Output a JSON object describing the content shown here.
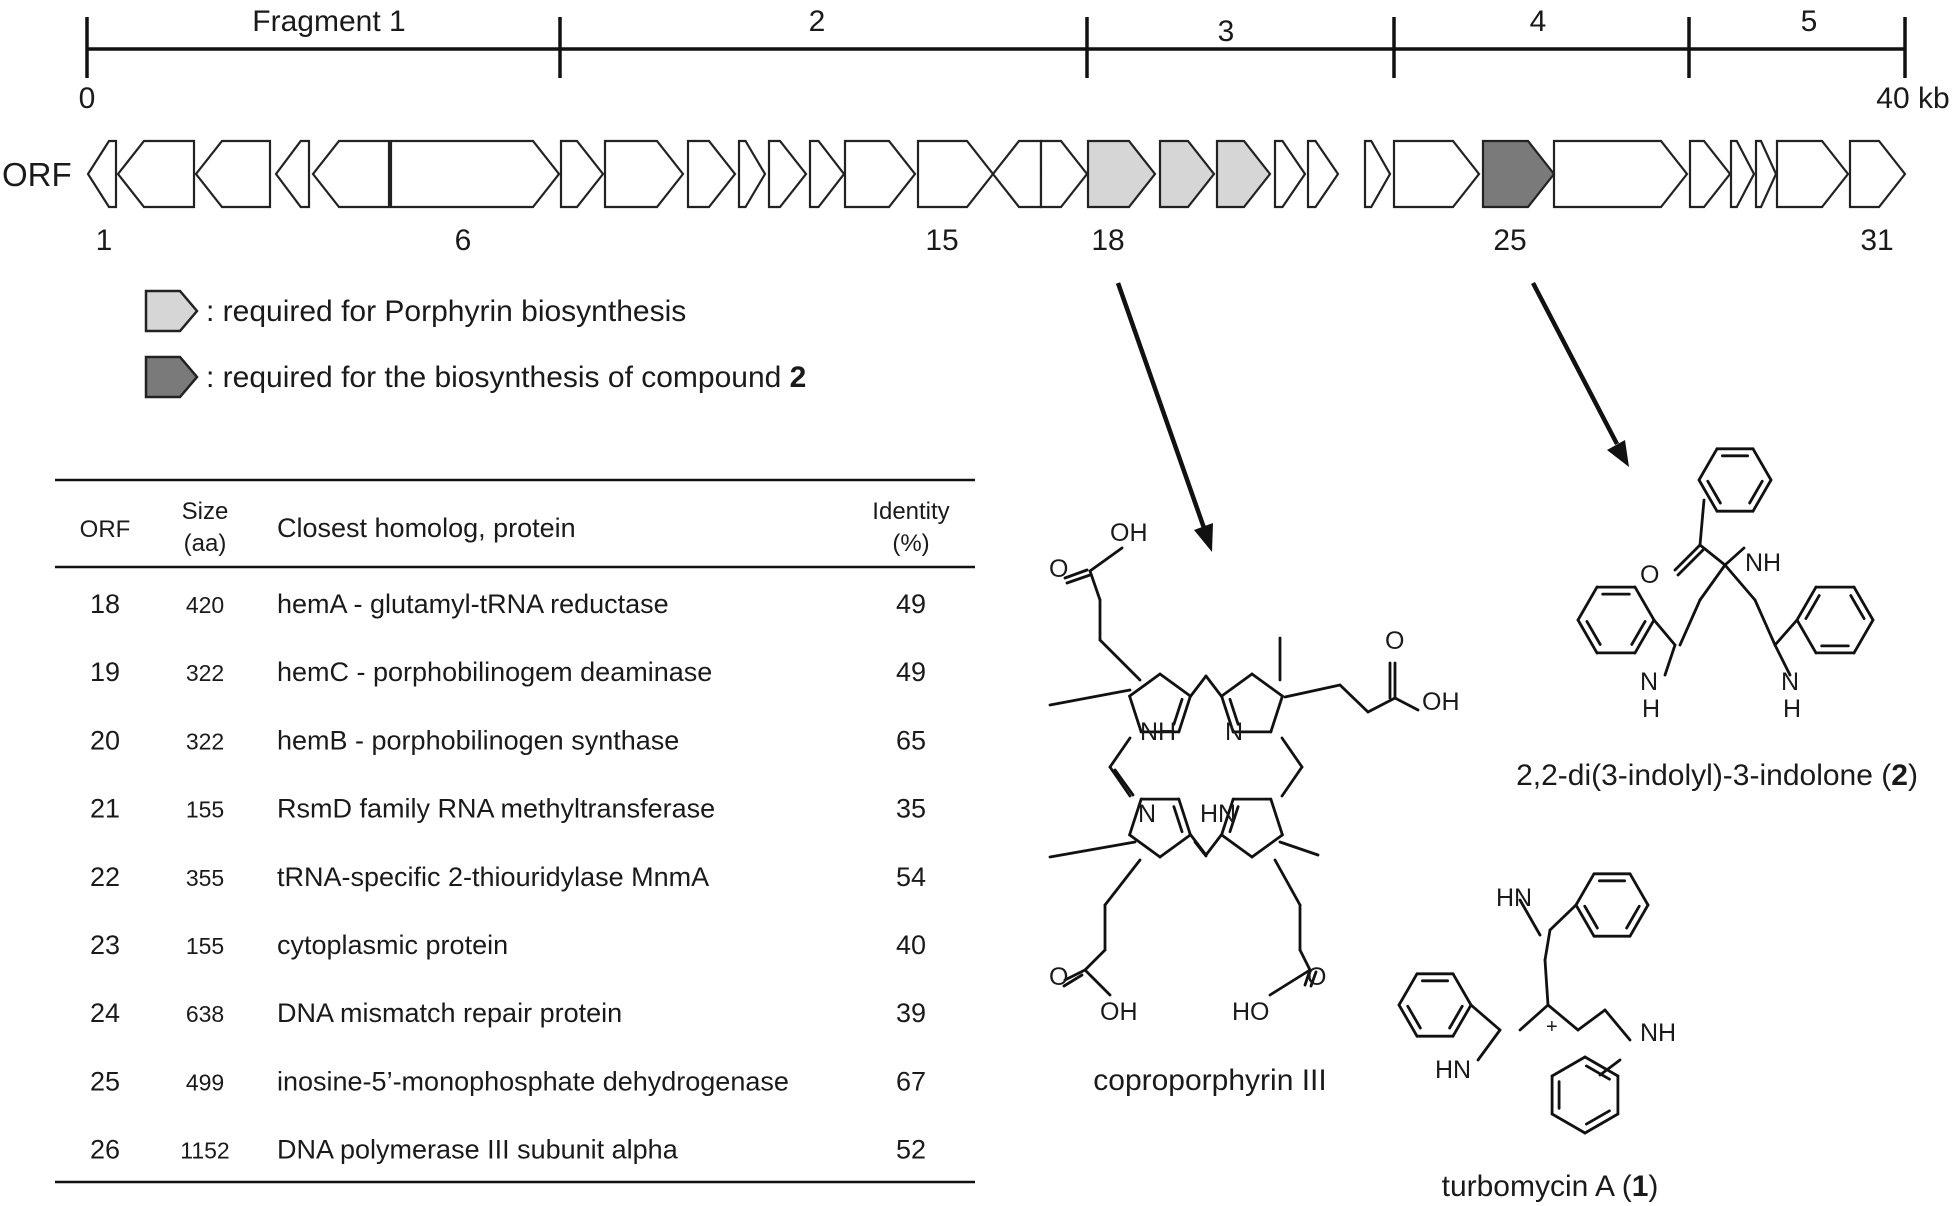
{
  "scale": {
    "fragments": [
      "Fragment 1",
      "2",
      "3",
      "4",
      "5"
    ],
    "start_label": "0",
    "end_label": "40 kb"
  },
  "orf_row": {
    "label": "ORF",
    "numbers": [
      "1",
      "6",
      "15",
      "18",
      "25",
      "31"
    ],
    "colors": {
      "outline": "#222222",
      "white": "#ffffff",
      "porphyrin": "#d6d6d6",
      "compound2": "#7a7a7a"
    }
  },
  "legend": {
    "porphyrin_text": ": required for Porphyrin biosynthesis",
    "compound_text": ": required for the biosynthesis of compound ",
    "compound_number": "2"
  },
  "table": {
    "headers": {
      "orf": "ORF",
      "size_line1": "Size",
      "size_line2": "(aa)",
      "homolog": "Closest homolog, protein",
      "identity_line1": "Identity",
      "identity_line2": "(%)"
    },
    "rows": [
      {
        "orf": "18",
        "size": "420",
        "homolog": "hemA - glutamyl-tRNA reductase",
        "identity": "49"
      },
      {
        "orf": "19",
        "size": "322",
        "homolog": "hemC - porphobilinogem deaminase",
        "identity": "49"
      },
      {
        "orf": "20",
        "size": "322",
        "homolog": "hemB - porphobilinogen synthase",
        "identity": "65"
      },
      {
        "orf": "21",
        "size": "155",
        "homolog": "RsmD family RNA methyltransferase",
        "identity": "35"
      },
      {
        "orf": "22",
        "size": "355",
        "homolog": "tRNA-specific 2-thiouridylase MnmA",
        "identity": "54"
      },
      {
        "orf": "23",
        "size": "155",
        "homolog": "cytoplasmic protein",
        "identity": "40"
      },
      {
        "orf": "24",
        "size": "638",
        "homolog": "DNA mismatch repair protein",
        "identity": "39"
      },
      {
        "orf": "25",
        "size": "499",
        "homolog": "inosine-5’-monophosphate dehydrogenase",
        "identity": "67"
      },
      {
        "orf": "26",
        "size": "1152",
        "homolog": "DNA polymerase III subunit alpha",
        "identity": "52"
      }
    ]
  },
  "structures": {
    "coproporphyrin": {
      "caption": "coproporphyrin III",
      "atoms": {
        "oh_top": "OH",
        "o_top": "O",
        "o_right": "O",
        "oh_right": "OH",
        "nh_1": "NH",
        "n_1": "N",
        "n_2": "N",
        "hn_1": "HN",
        "o_bl": "O",
        "oh_bl": "OH",
        "ho_br": "HO",
        "o_br": "O"
      }
    },
    "indolone": {
      "caption_prefix": "2,2-di(3-indolyl)-3-indolone (",
      "caption_number": "2",
      "caption_suffix": ")",
      "atoms": {
        "nh": "NH",
        "o": "O",
        "n_left": "N",
        "h_left": "H",
        "n_right": "N",
        "h_right": "H"
      }
    },
    "turbomycin": {
      "caption_prefix": "turbomycin A (",
      "caption_number": "1",
      "caption_suffix": ")",
      "atoms": {
        "hn_top": "HN",
        "nh_right": "NH",
        "hn_left": "HN",
        "plus": "+"
      }
    }
  }
}
